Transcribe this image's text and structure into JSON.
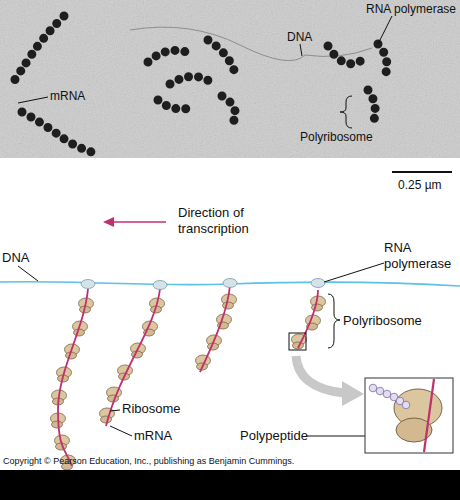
{
  "diagram": {
    "labels": [
      "RNA polymerase",
      "DNA",
      "mRNA",
      "Polyribosome",
      "0.25 µm",
      "Direction of transcription",
      "DNA",
      "RNA polymerase",
      "Polyribosome",
      "Ribosome",
      "mRNA",
      "Polypeptide",
      "Copyright © Pearson Education, Inc., publishing as Benjamin Cummings."
    ]
  }
}
